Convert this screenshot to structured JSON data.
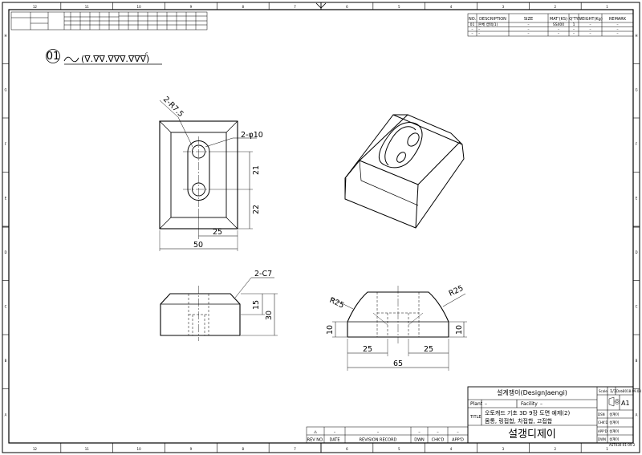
{
  "surface_finish": {
    "item_no": "01",
    "symbol": "(∇.∇∇.∇∇∇.∇∇∇)",
    "super": "c"
  },
  "dims": {
    "r75": "2-R7.5",
    "d10": "2-φ10",
    "d21": "21",
    "d22": "22",
    "d25": "25",
    "d50": "50",
    "c7": "2-C7",
    "d15": "15",
    "d30": "30",
    "r25a": "R25",
    "r25b": "R25",
    "d10a": "10",
    "d10b": "10",
    "d25a": "25",
    "d25b": "25",
    "d65": "65"
  },
  "bom": {
    "headers": [
      "NO.",
      "DESCRIPTION",
      "SIZE",
      "MAT'(KS)",
      "Q'TY",
      "WEIGHT(Kg)",
      "REMARK"
    ],
    "rows": [
      [
        "01",
        "본체 캡텍(1)",
        "–",
        "SS400",
        "1",
        "–",
        "–"
      ],
      [
        "–",
        "–",
        "–",
        "–",
        "–",
        "–",
        "–"
      ],
      [
        "–",
        "–",
        "–",
        "–",
        "–",
        "–",
        "–"
      ]
    ]
  },
  "title_block": {
    "company": "설계쟁이(DesignJaengi)",
    "plant_label": "Plant",
    "plant_value": "–",
    "facility_label": "Facility",
    "facility_value": "–",
    "title_label": "TITLE",
    "title_line1": "오토캐드 기초 3D 9장 도면 예제(2)",
    "title_line2": "몸통, 링접합, 차접합, 고접합",
    "brand": "설갱디제이",
    "scale_label": "Scale",
    "scale_value": "1/1",
    "date_label": "Date",
    "date_value": "2018.09.03",
    "size_value": "A1",
    "dsn_label": "DSN",
    "chk_label": "CHK'D",
    "app_label": "APP'D",
    "dwn_label": "DWN",
    "dsn_value": "설계이",
    "chk_value": "설계이",
    "app_value": "설계이",
    "dwn_value": "설계이",
    "dwg_no": "AST030-01-09-2"
  },
  "revision": {
    "headers": [
      "REV NO.",
      "DATE",
      "REVISION RECORD",
      "DWN",
      "CHK'D",
      "APP'D"
    ],
    "row": [
      "⚠",
      "–",
      "–",
      "–",
      "–",
      "–"
    ]
  },
  "border_cols": [
    "12",
    "11",
    "10",
    "9",
    "8",
    "7",
    "6",
    "5",
    "4",
    "3",
    "2",
    "1"
  ],
  "border_rows": [
    "H",
    "G",
    "F",
    "E",
    "D",
    "C",
    "B",
    "A"
  ]
}
